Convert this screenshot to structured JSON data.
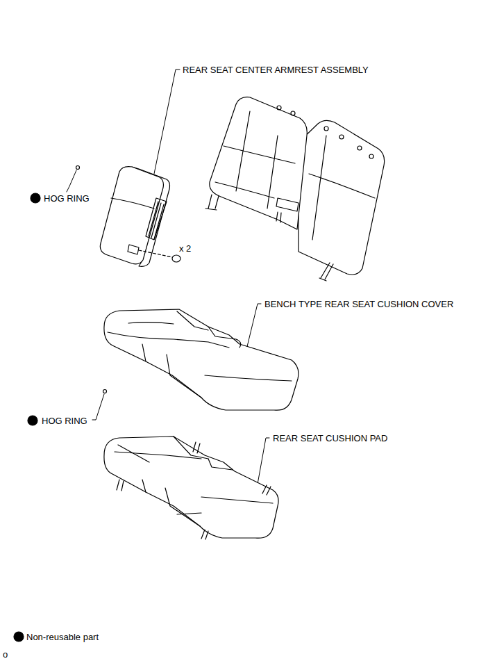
{
  "diagram": {
    "labels": [
      "REAR SEAT CENTER ARMREST ASSEMBLY",
      "HOG RING",
      "x 2",
      "BENCH TYPE REAR SEAT CUSHION COVER",
      "HOG RING",
      "REAR SEAT CUSHION PAD",
      "o"
    ],
    "legend": [
      {
        "text": "Non-reusable part"
      }
    ]
  }
}
